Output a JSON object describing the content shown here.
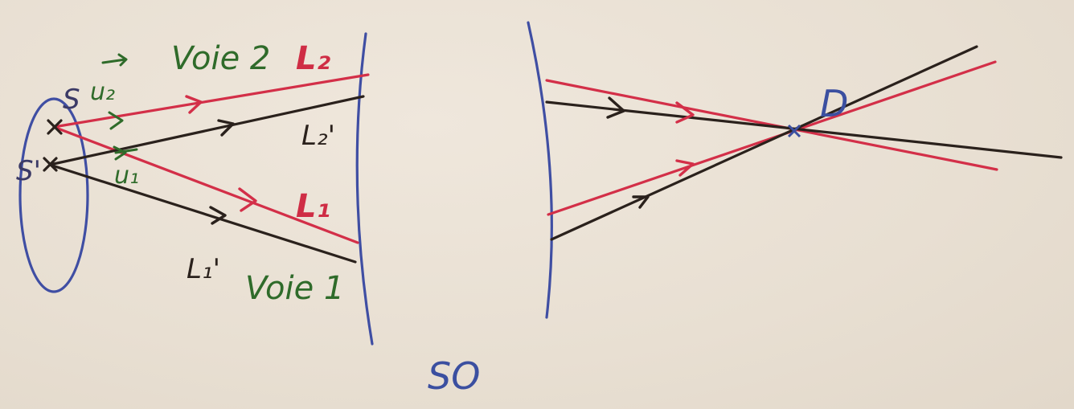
{
  "labels": {
    "voie2": "Voie 2",
    "voie1": "Voie 1",
    "L2": "L₂",
    "L2_prime": "L₂'",
    "L1": "L₁",
    "L1_prime": "L₁'",
    "u2": "u₂",
    "u1": "u₁",
    "S": "S",
    "S_prime": "S'",
    "D": "D",
    "SO": "SO"
  },
  "colors": {
    "red": "#d32f48",
    "black": "#2a211c",
    "blue": "#3f4ea3",
    "green": "#2f6b2a",
    "paper": "#ece3d7"
  }
}
